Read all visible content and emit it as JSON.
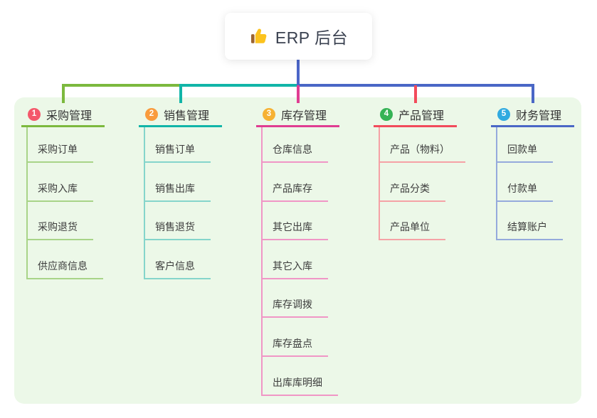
{
  "root": {
    "title": "ERP 后台",
    "icon": "thumbs-up-icon"
  },
  "colors": {
    "page_bg": "#FFFFFF",
    "panel_bg": "#ECF8E8",
    "root_line": "#4C66C8",
    "card_bg": "#FFFFFF",
    "title_text": "#333333",
    "child_text": "#3D3D3D"
  },
  "branches": [
    {
      "badge": "1",
      "badge_color": "#F4586B",
      "line_color": "#7CB93E",
      "child_line_color": "#A8D488",
      "title": "采购管理",
      "children": [
        "采购订单",
        "采购入库",
        "采购退货",
        "供应商信息"
      ]
    },
    {
      "badge": "2",
      "badge_color": "#F99B3D",
      "line_color": "#12B5A8",
      "child_line_color": "#85D5CB",
      "title": "销售管理",
      "children": [
        "销售订单",
        "销售出库",
        "销售退货",
        "客户信息"
      ]
    },
    {
      "badge": "3",
      "badge_color": "#F6B133",
      "line_color": "#E03D92",
      "child_line_color": "#F096C6",
      "title": "库存管理",
      "children": [
        "仓库信息",
        "产品库存",
        "其它出库",
        "其它入库",
        "库存调拨",
        "库存盘点",
        "出库库明细"
      ]
    },
    {
      "badge": "4",
      "badge_color": "#35B355",
      "line_color": "#F24B5B",
      "child_line_color": "#F5A2A6",
      "title": "产品管理",
      "children": [
        "产品（物料）",
        "产品分类",
        "产品单位"
      ]
    },
    {
      "badge": "5",
      "badge_color": "#30AAE0",
      "line_color": "#4A67C6",
      "child_line_color": "#95AADC",
      "title": "财务管理",
      "children": [
        "回款单",
        "付款单",
        "结算账户"
      ]
    }
  ]
}
